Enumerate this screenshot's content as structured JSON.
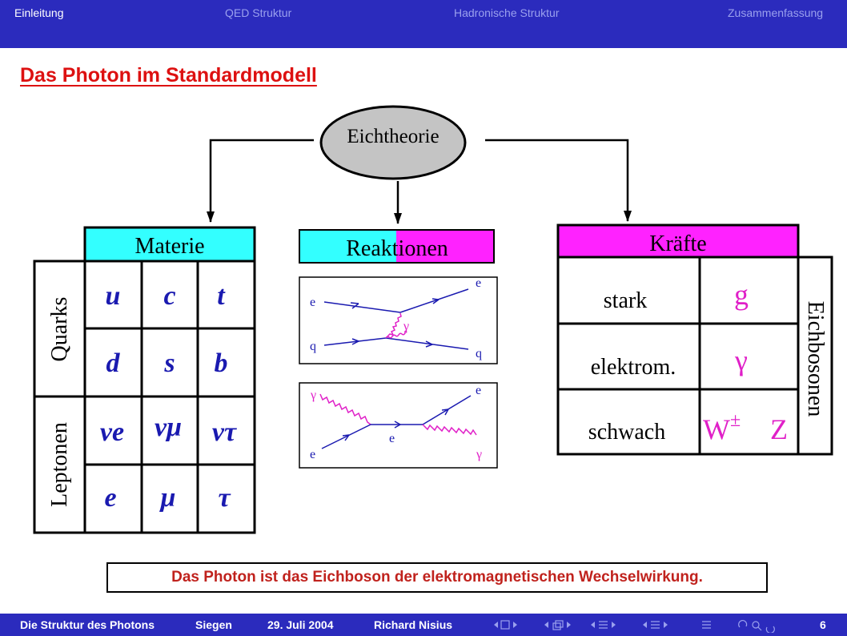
{
  "header": {
    "nav": [
      "Einleitung",
      "QED Struktur",
      "Hadronische Struktur",
      "Zusammenfassung"
    ]
  },
  "slide": {
    "title": "Das Photon im Standardmodell",
    "top_node": "Eichtheorie",
    "materie": {
      "header": "Materie",
      "group_quarks": "Quarks",
      "group_leptonen": "Leptonen",
      "cells": [
        [
          "u",
          "c",
          "t"
        ],
        [
          "d",
          "s",
          "b"
        ],
        [
          "νe",
          "νμ",
          "ντ"
        ],
        [
          "e",
          "μ",
          "τ"
        ]
      ]
    },
    "reaktionen": {
      "header": "Reaktionen",
      "diagram1": {
        "top_in": "e",
        "bottom_in": "q",
        "top_out": "e",
        "bottom_out": "q",
        "boson": "γ"
      },
      "diagram2": {
        "gamma_in": "γ",
        "e_in": "e",
        "prop": "e",
        "e_out": "e",
        "gamma_out": "γ"
      }
    },
    "kraefte": {
      "header": "Kräfte",
      "side_label": "Eichbosonen",
      "rows": [
        {
          "force": "stark",
          "boson": "g"
        },
        {
          "force": "elektrom.",
          "boson": "γ"
        },
        {
          "force": "schwach",
          "boson_w": "W",
          "boson_w_sup": "±",
          "boson_z": "Z"
        }
      ]
    },
    "callout": "Das Photon ist das Eichboson der elektromagnetischen Wechselwirkung."
  },
  "footer": {
    "title": "Die Struktur des Photons",
    "place": "Siegen",
    "date": "29. Juli 2004",
    "author": "Richard Nisius",
    "page": "6"
  },
  "colors": {
    "header_bg": "#2b2bbd",
    "title_red": "#dd1111",
    "cyan": "#33ffff",
    "magenta": "#ff22ff",
    "particle_blue": "#1a1ab0",
    "boson_magenta": "#e020c8",
    "ellipse_gray": "#c4c4c4"
  }
}
